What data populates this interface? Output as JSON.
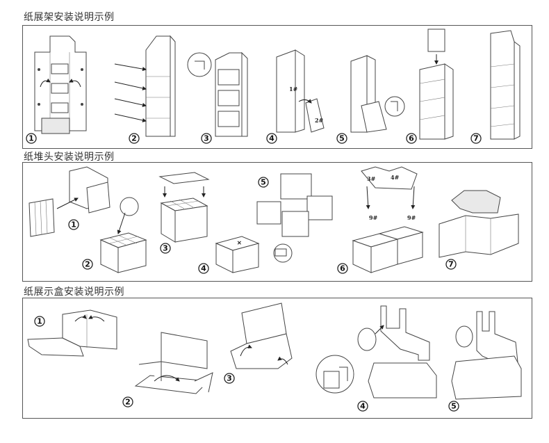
{
  "sections": [
    {
      "title": "纸展架安装说明示例",
      "steps": [
        "1",
        "2",
        "3",
        "4",
        "5",
        "6",
        "7"
      ],
      "part_labels": [
        "1#",
        "2#"
      ]
    },
    {
      "title": "纸堆头安装说明示例",
      "steps": [
        "1",
        "2",
        "3",
        "4",
        "5",
        "6",
        "7"
      ],
      "part_labels": [
        "3#",
        "4#",
        "9#",
        "9#"
      ]
    },
    {
      "title": "纸展示盒安装说明示例",
      "steps": [
        "1",
        "2",
        "3",
        "4",
        "5"
      ]
    }
  ]
}
